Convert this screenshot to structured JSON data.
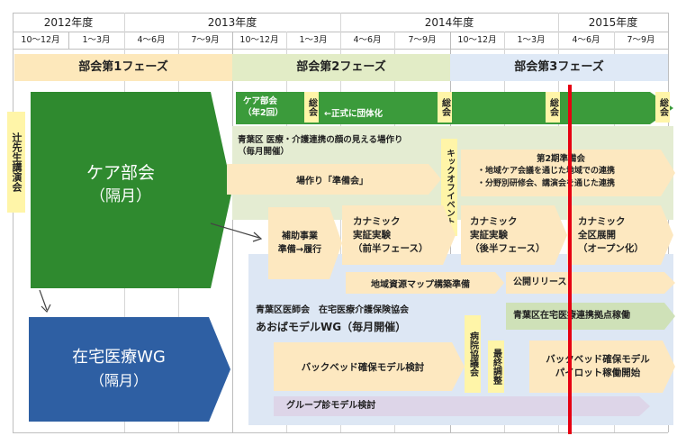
{
  "years": [
    "2012年度",
    "2013年度",
    "2014年度",
    "2015年度"
  ],
  "quarters": [
    "10～12月",
    "1～3月",
    "4～6月",
    "7～9月",
    "10～12月",
    "1～3月",
    "4～6月",
    "7～9月",
    "10～12月",
    "1～3月",
    "4～6月",
    "7～9月"
  ],
  "phases": [
    "部会第1フェーズ",
    "部会第2フェーズ",
    "部会第3フェーズ"
  ],
  "side_lecture": "辻先生講演会",
  "care_group": {
    "name": "ケア部会",
    "freq": "（隔月）"
  },
  "home_wg": {
    "name": "在宅医療WG",
    "freq": "（隔月）"
  },
  "care_bar": {
    "label": "ケア部会\n（年2回）",
    "formal": "←正式に団体化"
  },
  "general_meeting": "総会",
  "face_meeting": {
    "title": "青葉区 医療・介護連携の顔の見える場作り",
    "sub": "（毎月開催）",
    "prep": "場作り「準備会」"
  },
  "kickoff": "キックオフイベント",
  "second_prep": {
    "title": "第2期準備会",
    "line1": "・地域ケア会議を通じた地域での連携",
    "line2": "・分野別研修会、講演会を通じた連携"
  },
  "subsidy": "補助事業\n準備→履行",
  "kanamic1": "カナミック\n実証実験\n（前半フェース）",
  "kanamic2": "カナミック\n実証実験\n（後半フェース）",
  "kanamic3": "カナミック\n全区展開\n（オープン化）",
  "resource_map": "地域資源マップ構築準備",
  "public_release": "公開リリース",
  "base_operation": "青葉区在宅医療連携拠点稼働",
  "assoc": "青葉区医師会　在宅医療介護保険協会",
  "aoba_wg": "あおばモデルWG（毎月開催）",
  "backbed": "バックベッド確保モデル検討",
  "hospital_council": "病院協議会",
  "final_adjust": "最終調整",
  "backbed_pilot": "バックベッド確保モデル\nパイロット稼働開始",
  "group_practice": "グループ診モデル検討",
  "colors": {
    "phase1": "#fde8bb",
    "phase2": "#e2ecc6",
    "phase3": "#dfe9f6",
    "green_dark": "#2f8a2f",
    "green_bar": "#3b9b3b",
    "blue_dark": "#2e5fa3",
    "light_green": "#e4ecd2",
    "cream": "#fde8c0",
    "peach": "#fbe0c4",
    "pale_blue": "#dde7f4",
    "lavender": "#ddd5e8",
    "yellow": "#fff5a8",
    "red": "#e60012"
  }
}
